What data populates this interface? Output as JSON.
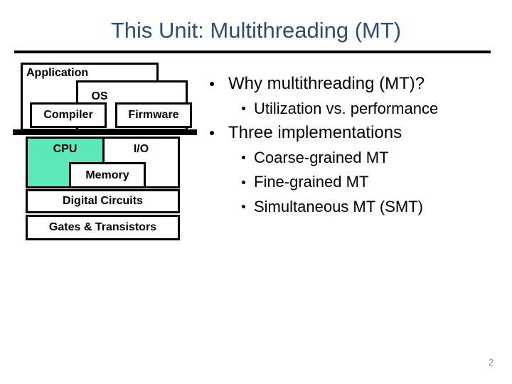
{
  "slide": {
    "title": "This Unit: Multithreading (MT)",
    "page_number": "2"
  },
  "colors": {
    "title_text": "#2F4D6F",
    "highlight_teal": "#5CE8B8",
    "border_black": "#000000",
    "page_number_gray": "#8A8A8A"
  },
  "diagram": {
    "highlighted_layer": "CPU",
    "layers": {
      "application": "Application",
      "os": "OS",
      "compiler": "Compiler",
      "firmware": "Firmware",
      "cpu": "CPU",
      "io": "I/O",
      "memory": "Memory",
      "digital_circuits": "Digital Circuits",
      "gates": "Gates & Transistors"
    }
  },
  "bullets": [
    {
      "level": 1,
      "text": "Why multithreading (MT)?"
    },
    {
      "level": 2,
      "text": "Utilization vs. performance"
    },
    {
      "level": 1,
      "text": "Three implementations"
    },
    {
      "level": 2,
      "text": "Coarse-grained MT"
    },
    {
      "level": 2,
      "text": "Fine-grained MT"
    },
    {
      "level": 2,
      "text": "Simultaneous MT (SMT)"
    }
  ]
}
